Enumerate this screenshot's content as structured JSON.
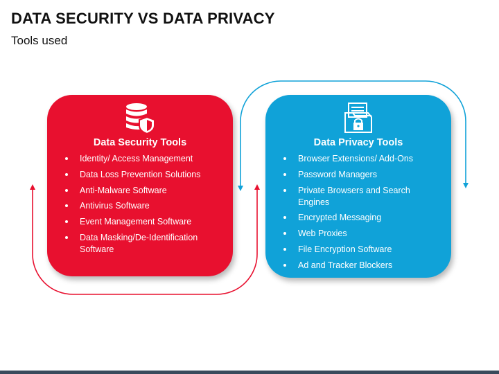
{
  "header": {
    "title": "DATA SECURITY VS DATA PRIVACY",
    "subtitle": "Tools used"
  },
  "colors": {
    "security": "#e8102f",
    "privacy": "#10a2d8",
    "bar": "#3a4a5c"
  },
  "cards": {
    "security": {
      "icon": "database-shield-icon",
      "title": "Data Security Tools",
      "items": [
        "Identity/ Access Management",
        "Data Loss Prevention Solutions",
        "Anti-Malware Software",
        "Antivirus Software",
        "Event Management Software",
        "Data Masking/De-Identification Software"
      ]
    },
    "privacy": {
      "icon": "document-lock-icon",
      "title": "Data Privacy Tools",
      "items": [
        "Browser Extensions/ Add-Ons",
        "Password Managers",
        "Private Browsers and Search Engines",
        "Encrypted Messaging",
        "Web Proxies",
        "File Encryption Software",
        "Ad and Tracker Blockers"
      ]
    }
  }
}
